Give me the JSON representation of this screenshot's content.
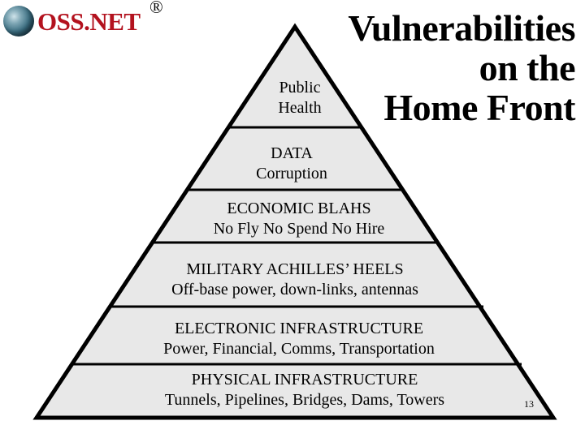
{
  "logo": {
    "text": "OSS.NET",
    "registered": "®",
    "icon": "globe-icon",
    "brand_color": "#b3121e"
  },
  "title": {
    "line1": "Vulnerabilities",
    "line2": "on the",
    "line3": "Home Front"
  },
  "pyramid": {
    "fill_color": "#e8e8e8",
    "stroke_color": "#000000",
    "levels": [
      {
        "line1": "Public",
        "line2": "Health"
      },
      {
        "line1": "DATA",
        "line2": "Corruption"
      },
      {
        "line1": "ECONOMIC BLAHS",
        "line2": "No Fly No Spend No Hire"
      },
      {
        "line1": "MILITARY ACHILLES’ HEELS",
        "line2": "Off-base power, down-links, antennas"
      },
      {
        "line1": "ELECTRONIC INFRASTRUCTURE",
        "line2": "Power, Financial, Comms, Transportation"
      },
      {
        "line1": "PHYSICAL INFRASTRUCTURE",
        "line2": "Tunnels, Pipelines, Bridges, Dams, Towers"
      }
    ]
  },
  "page_number": "13"
}
